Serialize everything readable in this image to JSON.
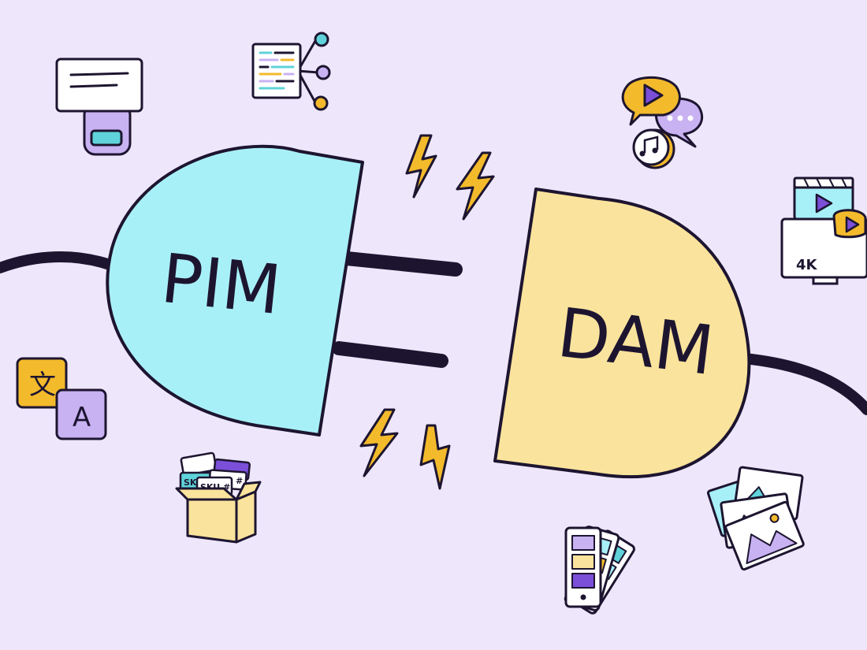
{
  "plugs": {
    "left": {
      "label": "PIM",
      "color": "#A8F0F7"
    },
    "right": {
      "label": "DAM",
      "color": "#FAE39C"
    }
  },
  "colors": {
    "background": "#EEE6FB",
    "outline": "#1D1530",
    "purple": "#C8B2F2",
    "teal": "#5FD3D9",
    "yellow": "#FAE39C",
    "bolt": "#F3BA2B"
  },
  "icons": {
    "monitor": {
      "text": "4K"
    },
    "translate": {
      "glyph_cjk": "文",
      "glyph_latin": "A"
    },
    "sku_box": {
      "tag": "SKU #",
      "tag_short": "SK"
    }
  }
}
